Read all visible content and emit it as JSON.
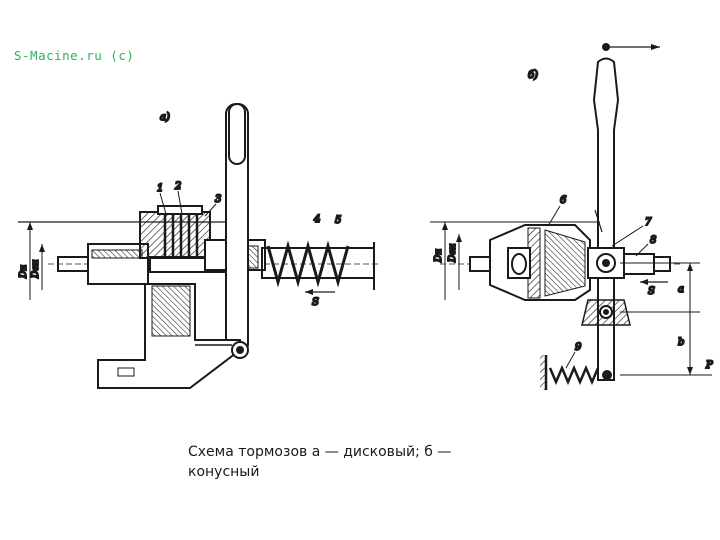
{
  "watermark": "S-Macine.ru (c)",
  "caption": "Схема тормозов а — дисковый; б — конусный",
  "figure_a": {
    "label": "а)",
    "part_numbers": [
      "1",
      "2",
      "3",
      "4",
      "5"
    ],
    "dimensions": [
      "Dн",
      "Dвн"
    ],
    "motion_label": "S"
  },
  "figure_b": {
    "label": "б)",
    "part_numbers": [
      "6",
      "7",
      "8",
      "9"
    ],
    "dimensions": [
      "Dн",
      "Dвн",
      "a",
      "b"
    ],
    "motion_label": "S",
    "force_label": "P"
  }
}
